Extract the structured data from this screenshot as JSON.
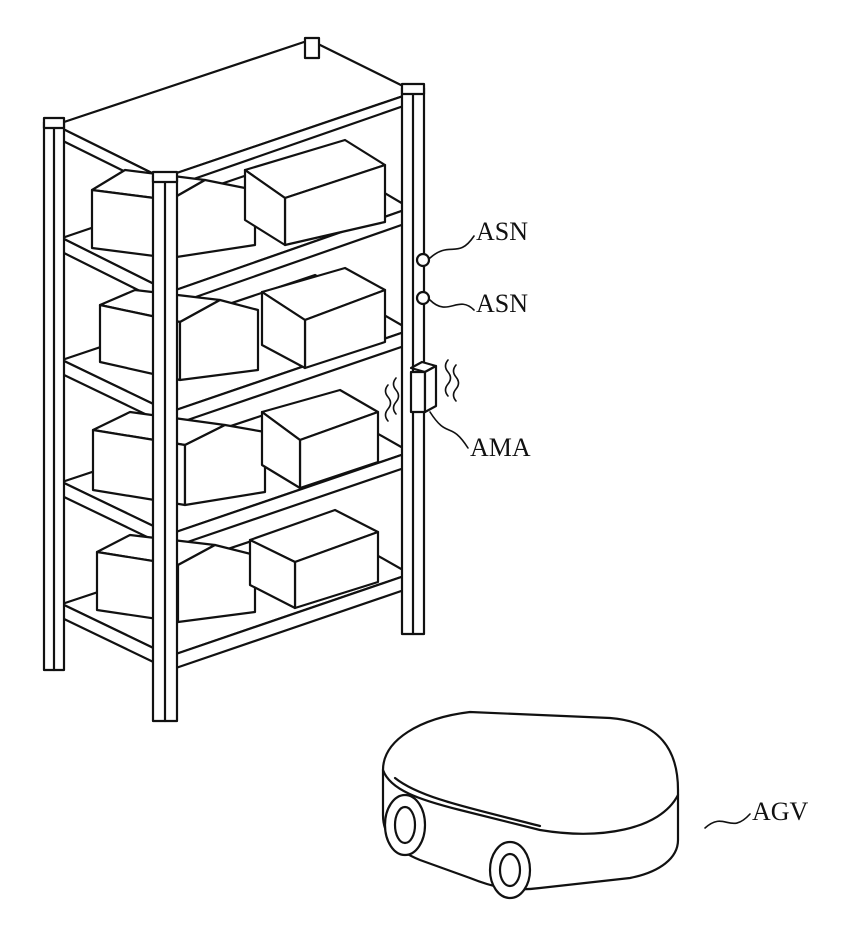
{
  "labels": {
    "asn_upper": "ASN",
    "asn_lower": "ASN",
    "ama": "AMA",
    "agv": "AGV"
  }
}
